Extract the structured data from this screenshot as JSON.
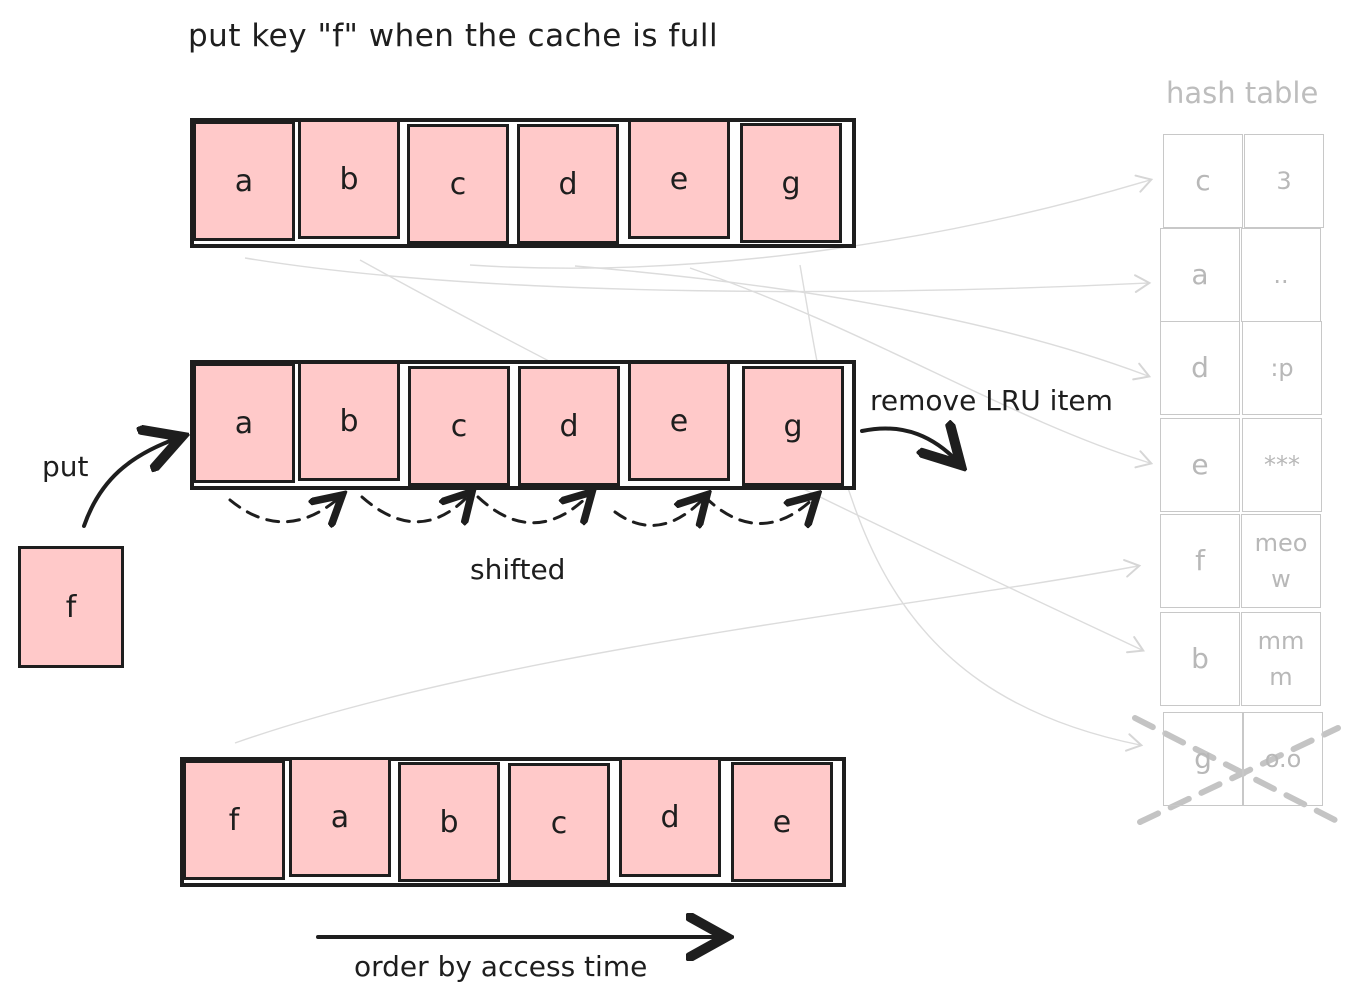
{
  "title": "put key \"f\" when the cache is full",
  "cache_initial": [
    "a",
    "b",
    "c",
    "d",
    "e",
    "g"
  ],
  "cache_shifting": [
    "a",
    "b",
    "c",
    "d",
    "e",
    "g"
  ],
  "cache_result": [
    "f",
    "a",
    "b",
    "c",
    "d",
    "e"
  ],
  "new_item": "f",
  "labels": {
    "put": "put",
    "shifted": "shifted",
    "remove": "remove LRU item",
    "order": "order by access time"
  },
  "hash_table": {
    "title": "hash table",
    "rows": [
      {
        "key": "c",
        "value": "3"
      },
      {
        "key": "a",
        "value": ".."
      },
      {
        "key": "d",
        "value": ":p"
      },
      {
        "key": "e",
        "value": "***"
      },
      {
        "key": "f",
        "value": "meow"
      },
      {
        "key": "b",
        "value": "mmm"
      },
      {
        "key": "g",
        "value": "o.o",
        "removed": true
      }
    ]
  },
  "colors": {
    "cell_fill": "#ffc9c9",
    "stroke": "#1e1e1e",
    "faded": "#c8c8c8"
  }
}
